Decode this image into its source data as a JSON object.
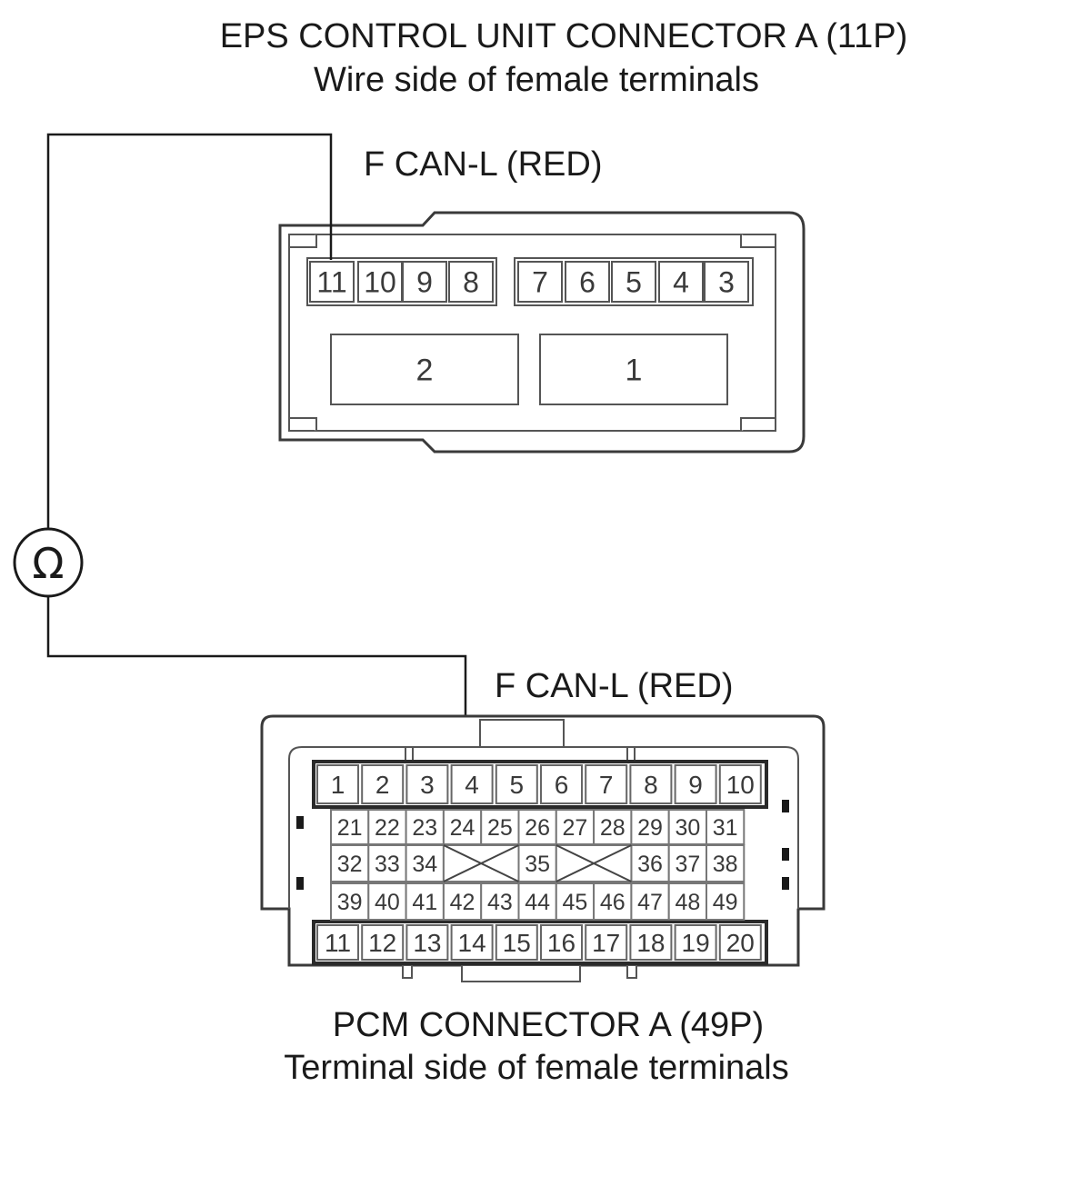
{
  "eps": {
    "title": "EPS CONTROL UNIT CONNECTOR A (11P)",
    "subtitle": "Wire side of female terminals",
    "wire_label": "F CAN-L (RED)",
    "top_row": [
      "11",
      "10",
      "9",
      "8",
      "7",
      "6",
      "5",
      "4",
      "3"
    ],
    "large_pins": [
      "2",
      "1"
    ]
  },
  "meter": {
    "symbol": "Ω",
    "icon": "ohmmeter-icon"
  },
  "pcm": {
    "title": "PCM CONNECTOR A (49P)",
    "subtitle": "Terminal side of female terminals",
    "wire_label": "F CAN-L (RED)",
    "row_top": [
      "1",
      "2",
      "3",
      "4",
      "5",
      "6",
      "7",
      "8",
      "9",
      "10"
    ],
    "row_2": [
      "21",
      "22",
      "23",
      "24",
      "25",
      "26",
      "27",
      "28",
      "29",
      "30",
      "31"
    ],
    "row_3": [
      "32",
      "33",
      "34",
      "",
      "",
      "35",
      "",
      "",
      "36",
      "37",
      "38"
    ],
    "row_4": [
      "39",
      "40",
      "41",
      "42",
      "43",
      "44",
      "45",
      "46",
      "47",
      "48",
      "49"
    ],
    "row_bottom": [
      "11",
      "12",
      "13",
      "14",
      "15",
      "16",
      "17",
      "18",
      "19",
      "20"
    ]
  }
}
